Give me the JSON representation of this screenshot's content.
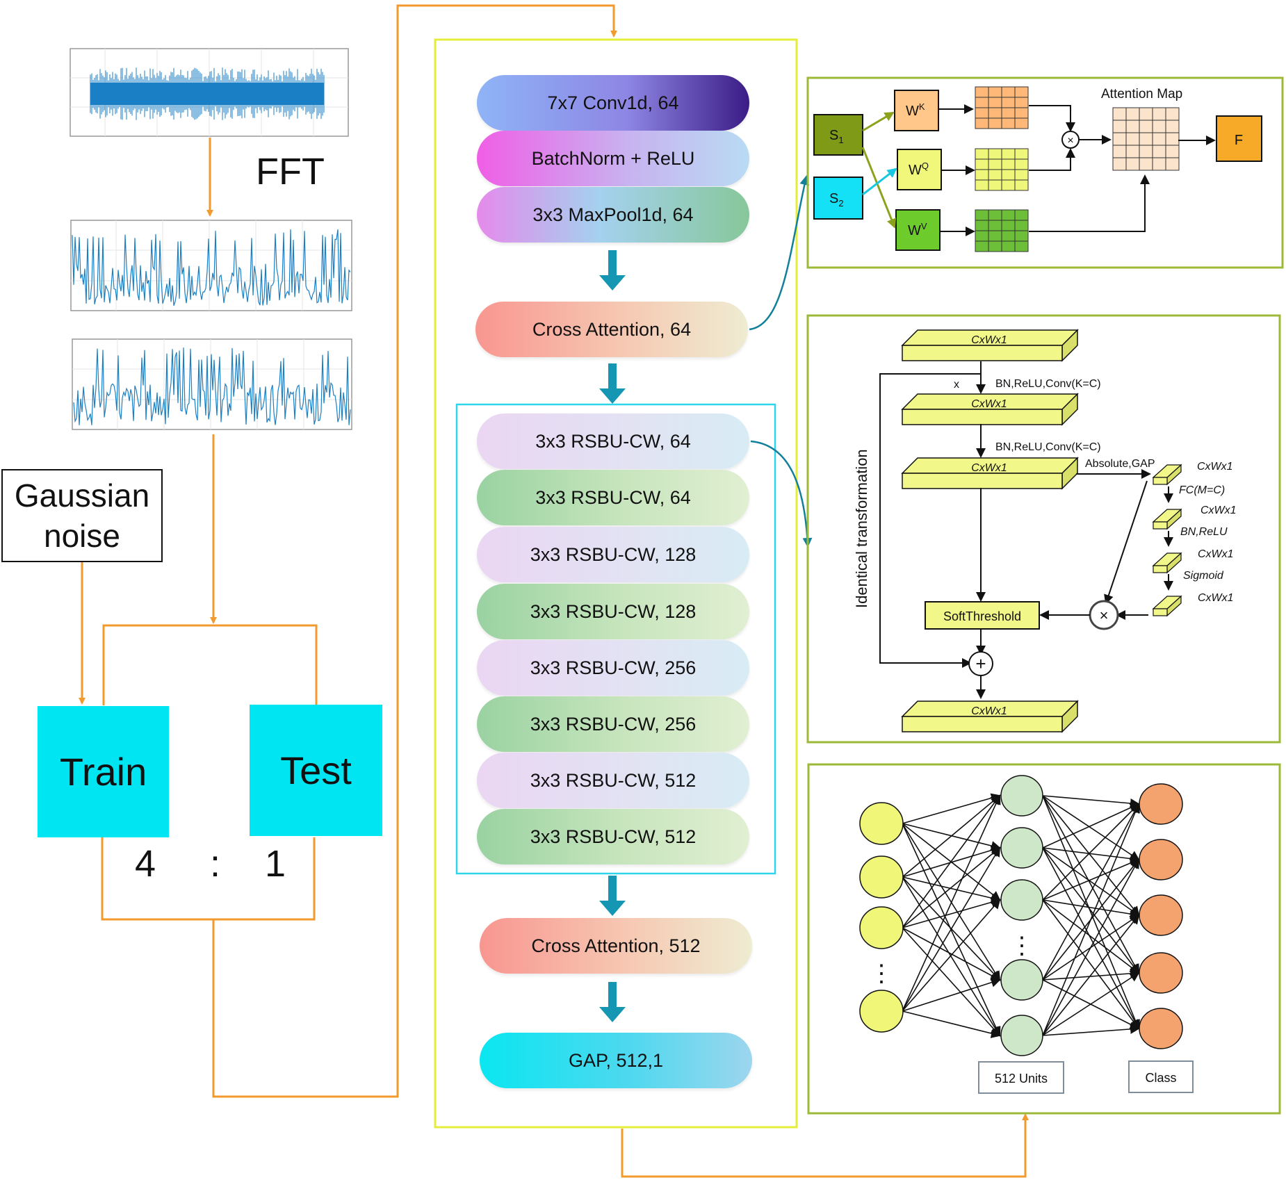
{
  "left": {
    "fft_label": "FFT",
    "noise_label": "Gaussian noise",
    "train_label": "Train",
    "test_label": "Test",
    "ratio_left": "4",
    "ratio_sep": ":",
    "ratio_right": "1"
  },
  "network": {
    "layers": [
      "7x7 Conv1d, 64",
      "BatchNorm + ReLU",
      "3x3 MaxPool1d, 64",
      "Cross Attention, 64",
      "3x3 RSBU-CW, 64",
      "3x3 RSBU-CW, 64",
      "3x3 RSBU-CW, 128",
      "3x3 RSBU-CW, 128",
      "3x3 RSBU-CW, 256",
      "3x3 RSBU-CW, 256",
      "3x3 RSBU-CW, 512",
      "3x3 RSBU-CW, 512",
      "Cross Attention, 512",
      "GAP, 512,1"
    ]
  },
  "attention": {
    "title": "Attention Map",
    "s1": "S",
    "s1_sub": "1",
    "s2": "S",
    "s2_sub": "2",
    "wk": "W",
    "wk_sup": "K",
    "wq": "W",
    "wq_sup": "Q",
    "wv": "W",
    "wv_sup": "V",
    "f": "F",
    "mult": "×"
  },
  "rsbu": {
    "block": "CxWx1",
    "x_label": "x",
    "op1": "BN,ReLU,Conv(K=C)",
    "op2": "BN,ReLU,Conv(K=C)",
    "abs_gap": "Absolute,GAP",
    "fc": "FC(M=C)",
    "bn_relu": "BN,ReLU",
    "sigmoid": "Sigmoid",
    "soft": "SoftThreshold",
    "identity": "Identical transformation",
    "plus": "+",
    "times": "×"
  },
  "classifier": {
    "units_label": "512 Units",
    "class_label": "Class",
    "dots": "⋮"
  },
  "colors": {
    "orange_line": "#F39A2E",
    "teal_arrow": "#1596B2",
    "frame_yellow": "#E4EE3A",
    "frame_olive": "#9DBA37",
    "frame_cyan": "#2ED6EC",
    "train_test": "#00E5F2"
  }
}
